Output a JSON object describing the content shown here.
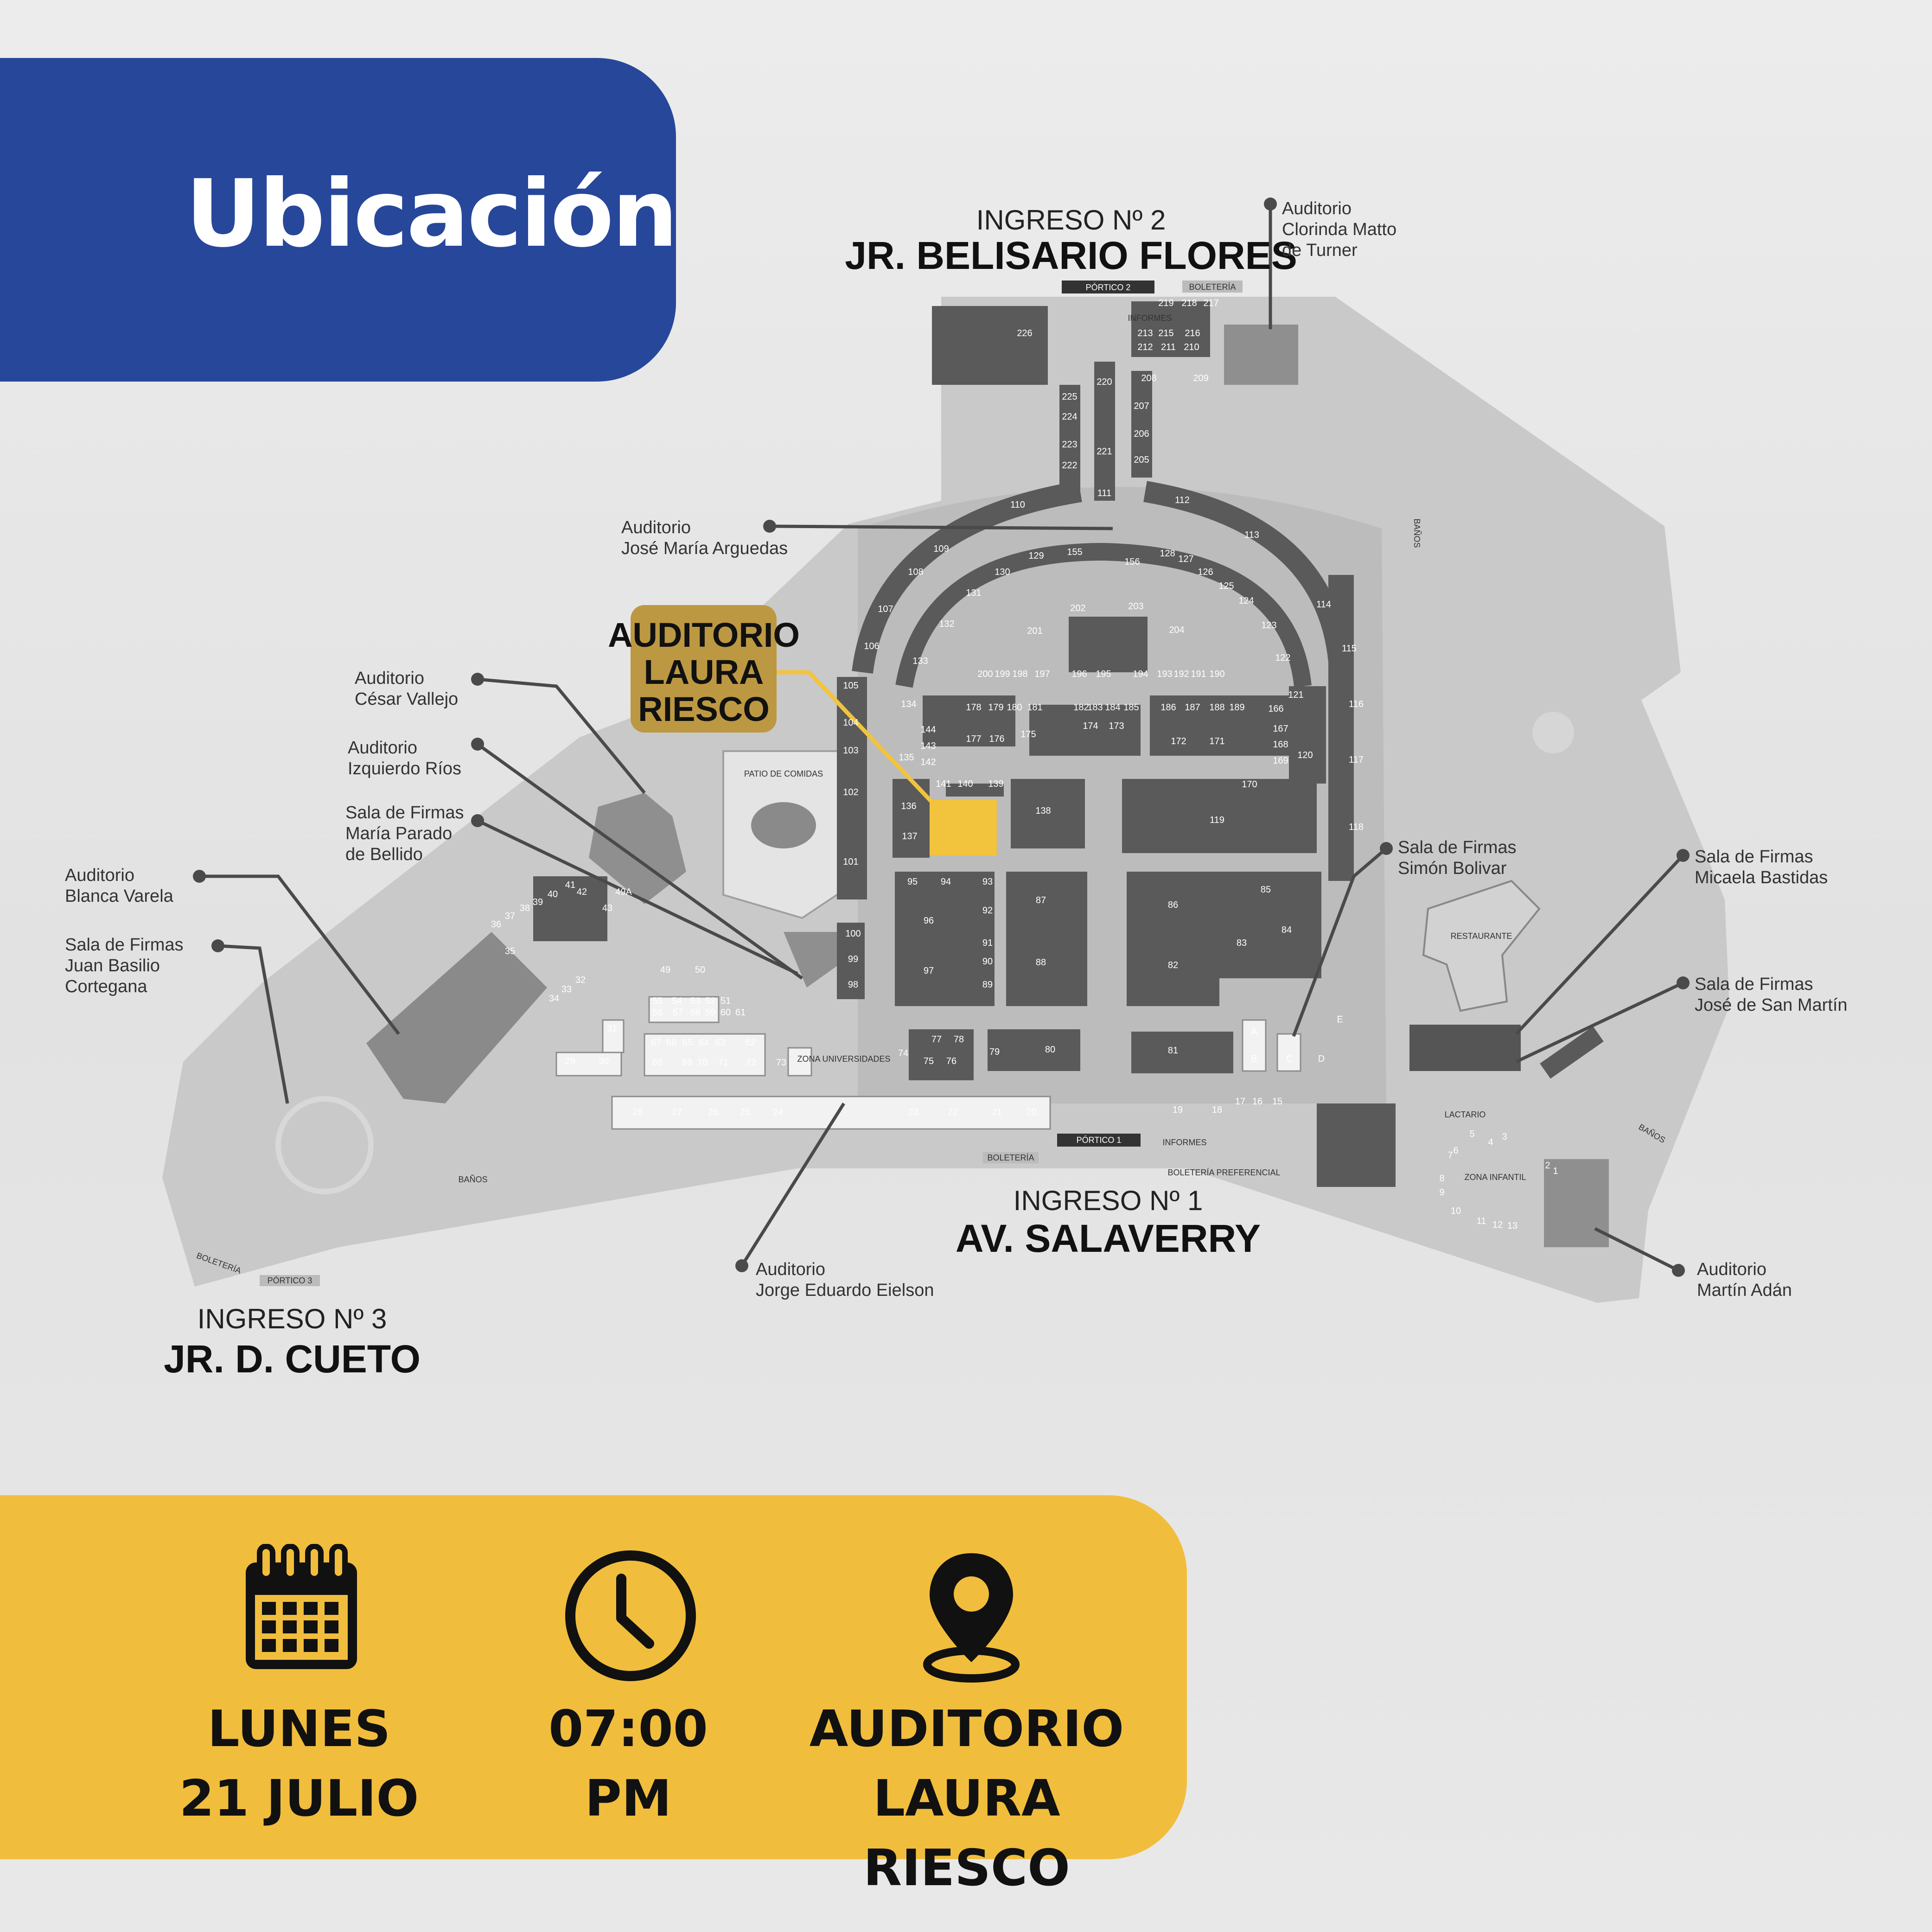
{
  "title": "Ubicación",
  "map": {
    "entrances": [
      {
        "id": "e2",
        "line1": "INGRESO Nº 2",
        "line2": "JR. BELISARIO FLORES"
      },
      {
        "id": "e1",
        "line1": "INGRESO Nº 1",
        "line2": "AV. SALAVERRY"
      },
      {
        "id": "e3",
        "line1": "INGRESO Nº 3",
        "line2": "JR. D. CUETO"
      }
    ],
    "highlight": {
      "lines": [
        "AUDITORIO",
        "LAURA",
        "RIESCO"
      ]
    },
    "venues": [
      {
        "id": "clorinda",
        "lines": [
          "Auditorio",
          "Clorinda Matto",
          "de Turner"
        ]
      },
      {
        "id": "arguedas",
        "lines": [
          "Auditorio",
          "José María Arguedas"
        ]
      },
      {
        "id": "vallejo",
        "lines": [
          "Auditorio",
          "César Vallejo"
        ]
      },
      {
        "id": "izquierdo",
        "lines": [
          "Auditorio",
          "Izquierdo Ríos"
        ]
      },
      {
        "id": "parado",
        "lines": [
          "Sala de Firmas",
          "María Parado",
          "de Bellido"
        ]
      },
      {
        "id": "varela",
        "lines": [
          "Auditorio",
          "Blanca Varela"
        ]
      },
      {
        "id": "cortegana",
        "lines": [
          "Sala de Firmas",
          "Juan Basilio",
          "Cortegana"
        ]
      },
      {
        "id": "bolivar",
        "lines": [
          "Sala de Firmas",
          "Simón Bolivar"
        ]
      },
      {
        "id": "bastidas",
        "lines": [
          "Sala de Firmas",
          "Micaela Bastidas"
        ]
      },
      {
        "id": "sanmartin",
        "lines": [
          "Sala de Firmas",
          "José de San Martín"
        ]
      },
      {
        "id": "eielson",
        "lines": [
          "Auditorio",
          "Jorge Eduardo Eielson"
        ]
      },
      {
        "id": "adan",
        "lines": [
          "Auditorio",
          "Martín Adán"
        ]
      }
    ],
    "small_labels": {
      "portico2": "PÓRTICO 2",
      "boleteria_top": "BOLETERÍA",
      "informes_top": "INFORMES",
      "portico1": "PÓRTICO 1",
      "boleteria_bottom": "BOLETERÍA",
      "informes_bottom": "INFORMES",
      "boleteria_pref": "BOLETERÍA PREFERENCIAL",
      "portico3": "PÓRTICO 3",
      "boleteria_left": "BOLETERÍA",
      "banos_left": "BAÑOS",
      "banos_right": "BAÑOS",
      "banos_top": "BAÑOS",
      "patio": "PATIO DE COMIDAS",
      "zona_univ": "ZONA UNIVERSIDADES",
      "restaurante": "RESTAURANTE",
      "lactario": "LACTARIO",
      "zona_infantil": "ZONA INFANTIL"
    },
    "stands": [
      {
        "n": "226"
      },
      {
        "n": "219"
      },
      {
        "n": "218"
      },
      {
        "n": "217"
      },
      {
        "n": "213"
      },
      {
        "n": "215"
      },
      {
        "n": "216"
      },
      {
        "n": "212"
      },
      {
        "n": "211"
      },
      {
        "n": "210"
      },
      {
        "n": "208"
      },
      {
        "n": "209"
      },
      {
        "n": "225"
      },
      {
        "n": "224"
      },
      {
        "n": "223"
      },
      {
        "n": "222"
      },
      {
        "n": "220"
      },
      {
        "n": "221"
      },
      {
        "n": "111"
      },
      {
        "n": "207"
      },
      {
        "n": "206"
      },
      {
        "n": "205"
      },
      {
        "n": "110"
      },
      {
        "n": "112"
      },
      {
        "n": "113"
      },
      {
        "n": "109"
      },
      {
        "n": "108"
      },
      {
        "n": "107"
      },
      {
        "n": "106"
      },
      {
        "n": "105"
      },
      {
        "n": "104"
      },
      {
        "n": "103"
      },
      {
        "n": "102"
      },
      {
        "n": "101"
      },
      {
        "n": "114"
      },
      {
        "n": "115"
      },
      {
        "n": "116"
      },
      {
        "n": "117"
      },
      {
        "n": "118"
      },
      {
        "n": "155"
      },
      {
        "n": "156"
      },
      {
        "n": "129"
      },
      {
        "n": "130"
      },
      {
        "n": "131"
      },
      {
        "n": "128"
      },
      {
        "n": "127"
      },
      {
        "n": "126"
      },
      {
        "n": "125"
      },
      {
        "n": "124"
      },
      {
        "n": "123"
      },
      {
        "n": "122"
      },
      {
        "n": "121"
      },
      {
        "n": "120"
      },
      {
        "n": "202"
      },
      {
        "n": "203"
      },
      {
        "n": "201"
      },
      {
        "n": "204"
      },
      {
        "n": "132"
      },
      {
        "n": "133"
      },
      {
        "n": "134"
      },
      {
        "n": "135"
      },
      {
        "n": "136"
      },
      {
        "n": "137"
      },
      {
        "n": "200"
      },
      {
        "n": "199"
      },
      {
        "n": "198"
      },
      {
        "n": "197"
      },
      {
        "n": "196"
      },
      {
        "n": "195"
      },
      {
        "n": "194"
      },
      {
        "n": "193"
      },
      {
        "n": "192"
      },
      {
        "n": "191"
      },
      {
        "n": "190"
      },
      {
        "n": "178"
      },
      {
        "n": "179"
      },
      {
        "n": "180"
      },
      {
        "n": "181"
      },
      {
        "n": "182"
      },
      {
        "n": "183"
      },
      {
        "n": "184"
      },
      {
        "n": "185"
      },
      {
        "n": "186"
      },
      {
        "n": "187"
      },
      {
        "n": "188"
      },
      {
        "n": "189"
      },
      {
        "n": "166"
      },
      {
        "n": "167"
      },
      {
        "n": "168"
      },
      {
        "n": "169"
      },
      {
        "n": "177"
      },
      {
        "n": "176"
      },
      {
        "n": "175"
      },
      {
        "n": "174"
      },
      {
        "n": "173"
      },
      {
        "n": "172"
      },
      {
        "n": "171"
      },
      {
        "n": "170"
      },
      {
        "n": "144"
      },
      {
        "n": "143"
      },
      {
        "n": "142"
      },
      {
        "n": "141"
      },
      {
        "n": "140"
      },
      {
        "n": "139"
      },
      {
        "n": "138"
      },
      {
        "n": "119"
      },
      {
        "n": "95"
      },
      {
        "n": "94"
      },
      {
        "n": "96"
      },
      {
        "n": "97"
      },
      {
        "n": "93"
      },
      {
        "n": "92"
      },
      {
        "n": "91"
      },
      {
        "n": "90"
      },
      {
        "n": "89"
      },
      {
        "n": "87"
      },
      {
        "n": "88"
      },
      {
        "n": "86"
      },
      {
        "n": "85"
      },
      {
        "n": "84"
      },
      {
        "n": "83"
      },
      {
        "n": "82"
      },
      {
        "n": "100"
      },
      {
        "n": "99"
      },
      {
        "n": "98"
      },
      {
        "n": "49"
      },
      {
        "n": "50"
      },
      {
        "n": "55"
      },
      {
        "n": "54"
      },
      {
        "n": "53"
      },
      {
        "n": "52"
      },
      {
        "n": "51"
      },
      {
        "n": "56"
      },
      {
        "n": "57"
      },
      {
        "n": "58"
      },
      {
        "n": "59"
      },
      {
        "n": "60"
      },
      {
        "n": "61"
      },
      {
        "n": "31"
      },
      {
        "n": "29"
      },
      {
        "n": "30"
      },
      {
        "n": "67"
      },
      {
        "n": "66"
      },
      {
        "n": "65"
      },
      {
        "n": "64"
      },
      {
        "n": "63"
      },
      {
        "n": "62"
      },
      {
        "n": "68"
      },
      {
        "n": "69"
      },
      {
        "n": "70"
      },
      {
        "n": "71"
      },
      {
        "n": "72"
      },
      {
        "n": "73"
      },
      {
        "n": "74"
      },
      {
        "n": "77"
      },
      {
        "n": "78"
      },
      {
        "n": "75"
      },
      {
        "n": "76"
      },
      {
        "n": "79"
      },
      {
        "n": "80"
      },
      {
        "n": "81"
      },
      {
        "n": "A"
      },
      {
        "n": "B"
      },
      {
        "n": "C"
      },
      {
        "n": "D"
      },
      {
        "n": "E"
      },
      {
        "n": "28"
      },
      {
        "n": "27"
      },
      {
        "n": "26"
      },
      {
        "n": "25"
      },
      {
        "n": "24"
      },
      {
        "n": "23"
      },
      {
        "n": "22"
      },
      {
        "n": "21"
      },
      {
        "n": "20"
      },
      {
        "n": "19"
      },
      {
        "n": "18"
      },
      {
        "n": "17"
      },
      {
        "n": "16"
      },
      {
        "n": "15"
      },
      {
        "n": "43"
      },
      {
        "n": "49A"
      },
      {
        "n": "36"
      },
      {
        "n": "37"
      },
      {
        "n": "38"
      },
      {
        "n": "39"
      },
      {
        "n": "40"
      },
      {
        "n": "41"
      },
      {
        "n": "42"
      },
      {
        "n": "35"
      },
      {
        "n": "34"
      },
      {
        "n": "33"
      },
      {
        "n": "32"
      },
      {
        "n": "1"
      },
      {
        "n": "2"
      },
      {
        "n": "3"
      },
      {
        "n": "4"
      },
      {
        "n": "5"
      },
      {
        "n": "6"
      },
      {
        "n": "7"
      },
      {
        "n": "8"
      },
      {
        "n": "9"
      },
      {
        "n": "10"
      },
      {
        "n": "11"
      },
      {
        "n": "12"
      },
      {
        "n": "13"
      }
    ]
  },
  "info": {
    "date": {
      "line1": "LUNES",
      "line2": "21 JULIO"
    },
    "time": {
      "line1": "07:00",
      "line2": "PM"
    },
    "place": {
      "line1": "AUDITORIO",
      "line2": "LAURA RIESCO"
    }
  },
  "colors": {
    "title_bg": "#27479a",
    "info_bg": "#f1bd3c",
    "highlight": "#f2c33d",
    "highlight_box": "#bd9842",
    "stand_dark": "#555555"
  }
}
